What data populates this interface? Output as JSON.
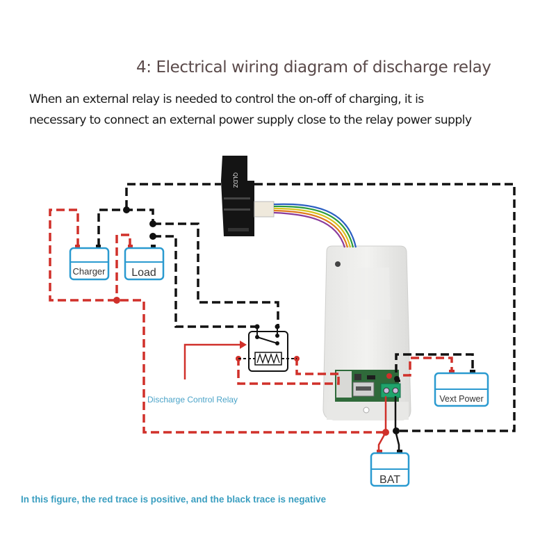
{
  "heading": {
    "title": "4: Electrical wiring diagram of discharge relay",
    "description_line1": "When an external relay is needed to control the on-off of charging, it is",
    "description_line2": "necessary to connect an external power supply close to the relay power supply"
  },
  "diagram": {
    "components": {
      "charger": "Charger",
      "load": "Load",
      "vext_power": "Vext Power",
      "bat": "BAT",
      "relay_label": "Discharge Control Relay",
      "sensor_marking": "QLDZ"
    },
    "colors": {
      "positive": "#d0302a",
      "negative": "#111111",
      "box_border": "#2a9ad0",
      "caption": "#3a9ec0"
    },
    "legend": {
      "positive_trace": "red",
      "negative_trace": "black"
    }
  },
  "footer": {
    "caption": "In this figure, the red trace is positive, and the black trace is negative"
  }
}
